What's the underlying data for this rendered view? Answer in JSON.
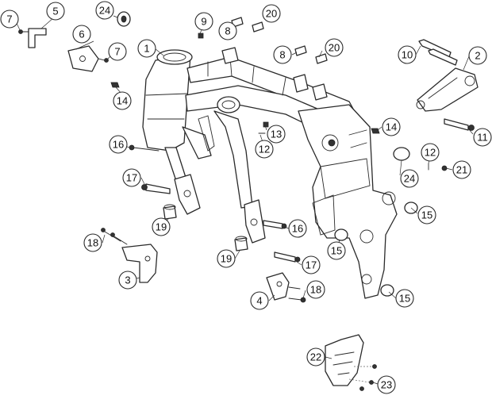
{
  "callouts": [
    {
      "id": "c7a",
      "label": "7"
    },
    {
      "id": "c5",
      "label": "5"
    },
    {
      "id": "c24a",
      "label": "24"
    },
    {
      "id": "c9",
      "label": "9"
    },
    {
      "id": "c20a",
      "label": "20"
    },
    {
      "id": "c8a",
      "label": "8"
    },
    {
      "id": "c6",
      "label": "6"
    },
    {
      "id": "c7b",
      "label": "7"
    },
    {
      "id": "c1",
      "label": "1"
    },
    {
      "id": "c8b",
      "label": "8"
    },
    {
      "id": "c20b",
      "label": "20"
    },
    {
      "id": "c10",
      "label": "10"
    },
    {
      "id": "c2",
      "label": "2"
    },
    {
      "id": "c14a",
      "label": "14"
    },
    {
      "id": "c13",
      "label": "13"
    },
    {
      "id": "c14b",
      "label": "14"
    },
    {
      "id": "c16a",
      "label": "16"
    },
    {
      "id": "c12a",
      "label": "12"
    },
    {
      "id": "c11",
      "label": "11"
    },
    {
      "id": "c12b",
      "label": "12"
    },
    {
      "id": "c21",
      "label": "21"
    },
    {
      "id": "c17a",
      "label": "17"
    },
    {
      "id": "c24b",
      "label": "24"
    },
    {
      "id": "c15a",
      "label": "15"
    },
    {
      "id": "c19a",
      "label": "19"
    },
    {
      "id": "c16b",
      "label": "16"
    },
    {
      "id": "c18a",
      "label": "18"
    },
    {
      "id": "c15b",
      "label": "15"
    },
    {
      "id": "c19b",
      "label": "19"
    },
    {
      "id": "c17b",
      "label": "17"
    },
    {
      "id": "c3",
      "label": "3"
    },
    {
      "id": "c18b",
      "label": "18"
    },
    {
      "id": "c4",
      "label": "4"
    },
    {
      "id": "c15c",
      "label": "15"
    },
    {
      "id": "c22",
      "label": "22"
    },
    {
      "id": "c23",
      "label": "23"
    }
  ]
}
